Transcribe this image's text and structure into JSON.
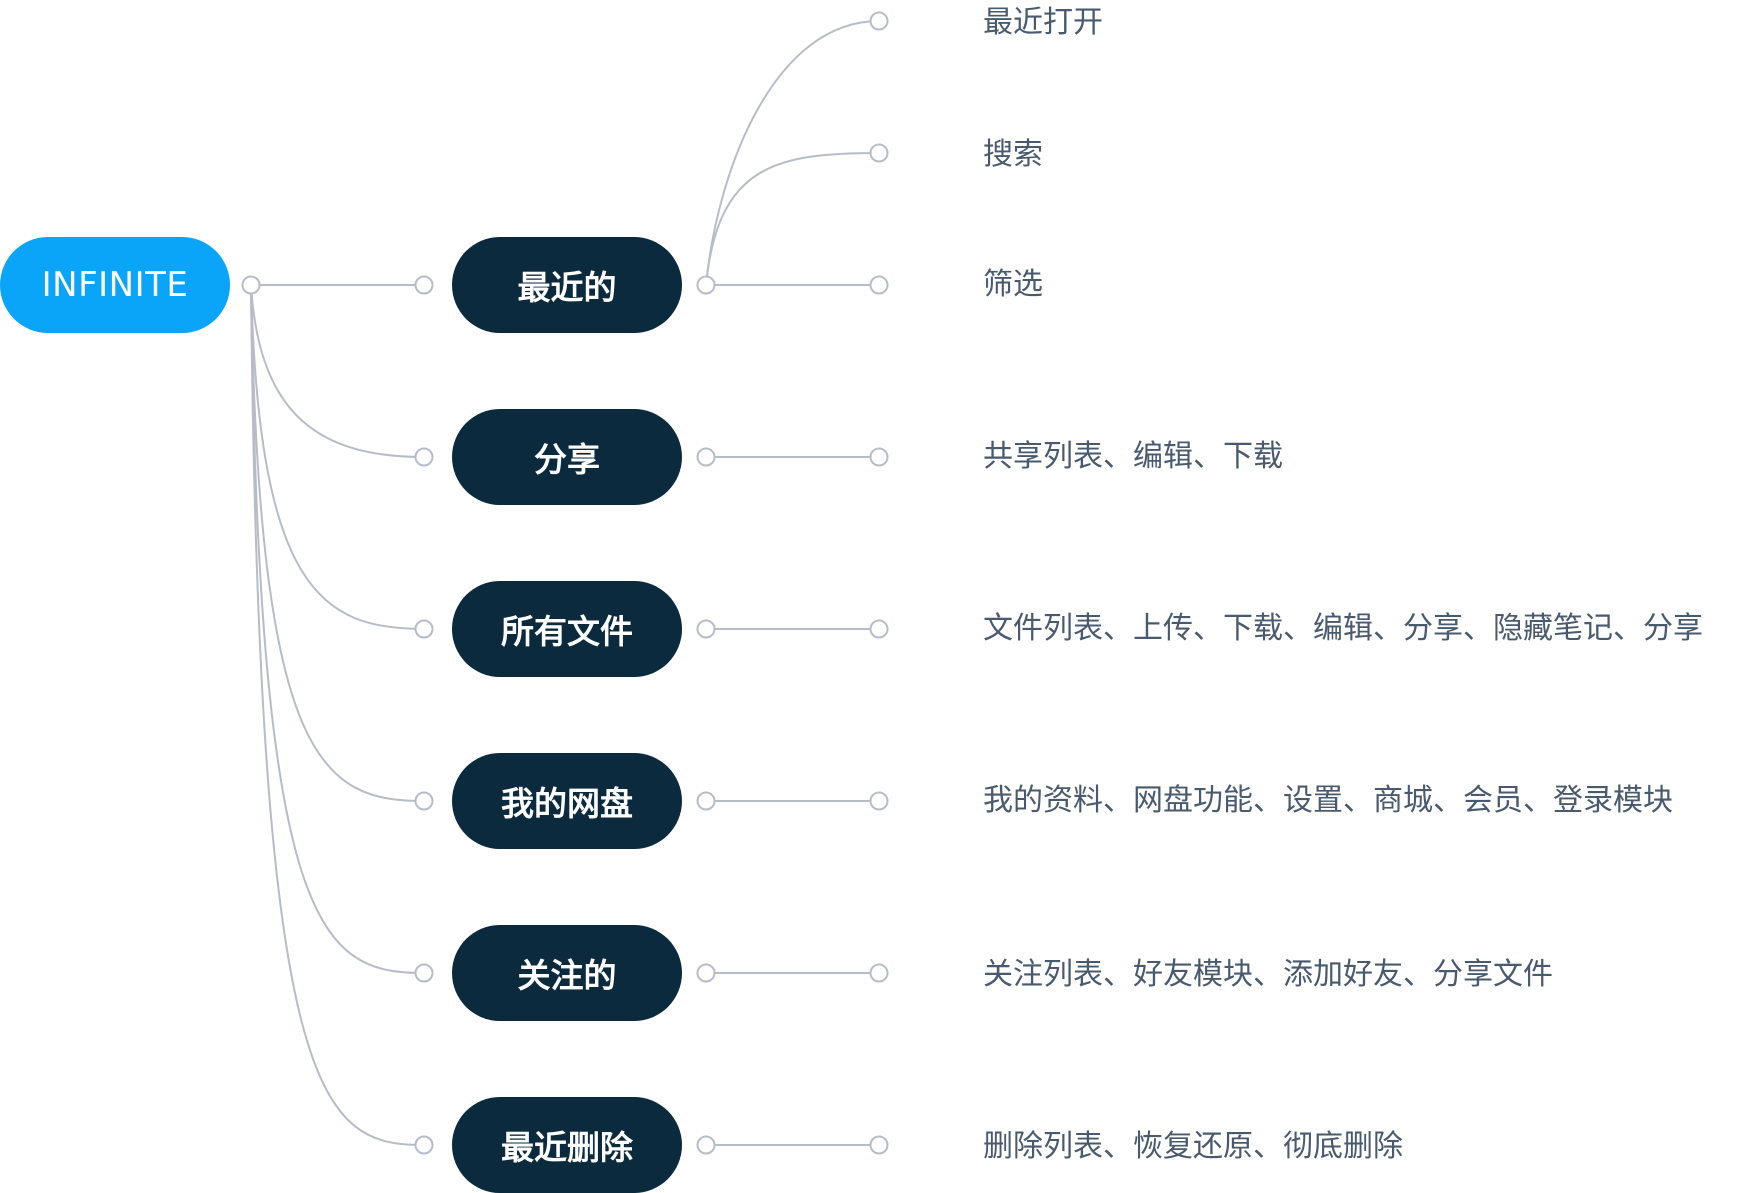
{
  "root": {
    "label": "INFINITE"
  },
  "branches": [
    {
      "label": "最近的",
      "leaves": [
        "最近打开",
        "搜索",
        "筛选"
      ]
    },
    {
      "label": "分享",
      "leaves": [
        "共享列表、编辑、下载"
      ]
    },
    {
      "label": "所有文件",
      "leaves": [
        "文件列表、上传、下载、编辑、分享、隐藏笔记、分享"
      ]
    },
    {
      "label": "我的网盘",
      "leaves": [
        "我的资料、网盘功能、设置、商城、会员、登录模块"
      ]
    },
    {
      "label": "关注的",
      "leaves": [
        "关注列表、好友模块、添加好友、分享文件"
      ]
    },
    {
      "label": "最近删除",
      "leaves": [
        "删除列表、恢复还原、彻底删除"
      ]
    }
  ],
  "colors": {
    "root_fill": "#0aa5f8",
    "branch_fill": "#0b2a3d",
    "connector": "#b7bcc8",
    "leaf_text": "#4a5a6e"
  }
}
